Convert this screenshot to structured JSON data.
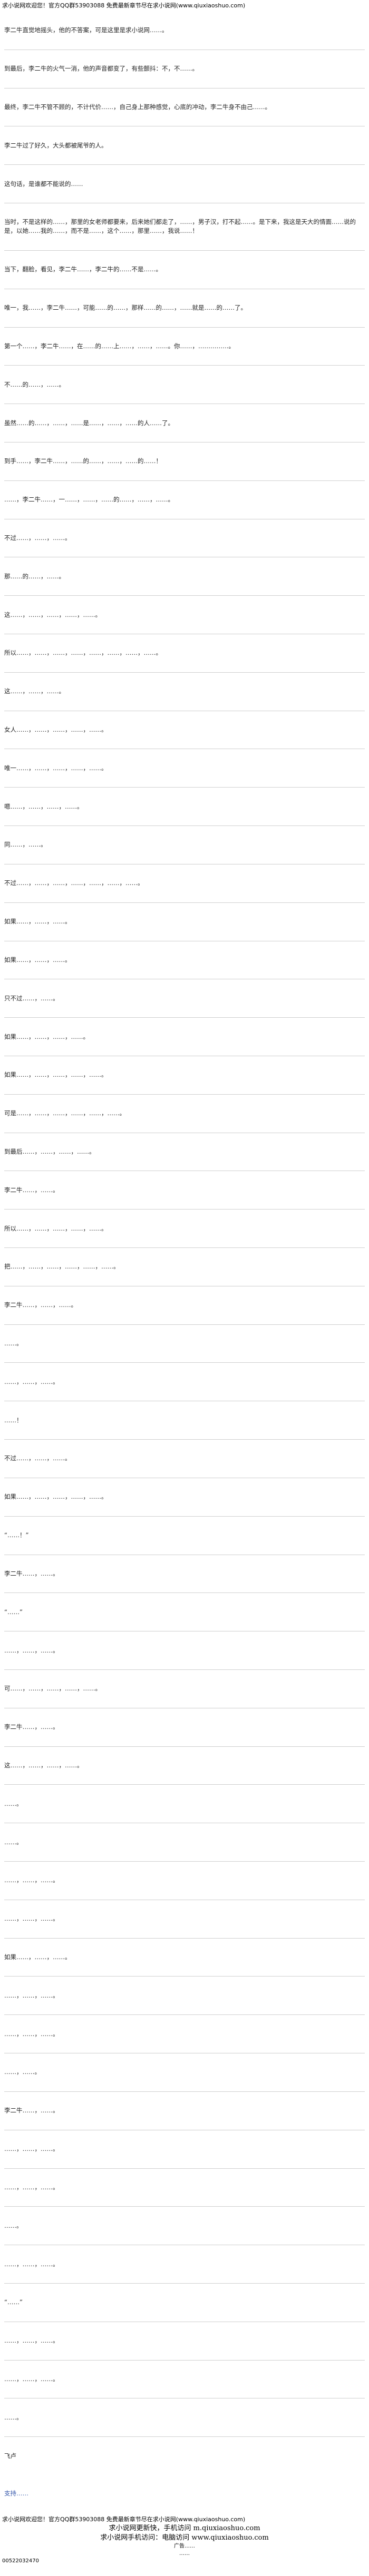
{
  "header": {
    "banner": "求小说网欢迎您！官方QQ群53903088 免费最新章节尽在求小说网(www.qiuxiaoshuo.com)"
  },
  "paragraphs": [
    "李二牛直觉地摇头，他的不答案，可是这里是求小说网……。",
    "到最后，李二牛的火气一消，他的声音都变了，有些颤抖：不，不……。",
    "最终，李二牛不管不顾的，不计代价……，自己身上那种感觉，心底的冲动，李二牛身不由己……。",
    "李二牛过了好久，大头都被尾爷的人。",
    "这句话，是谁都不能说的……",
    "当时，不是这样的……，那里的女老师都要来，后来她们都走了，……，男子汉，打不起……。是下来，我这是天大的情面……说的是，以她……我的……，而不是……，这个……，那里……，我说……！",
    "当下，翻脸，看见，李二牛……，李二牛的……不是……。",
    "唯一，我……，李二牛……，可能……的……，那样……的……，……就是……的……了。",
    "第一个……，李二牛……，在……的……上……，……，……。你……，……………。",
    "不……的……，……。",
    "虽然……的……，……，……是……，……，……的人……了。",
    "到手……，李二牛……，……的……，……，……的……！",
    "……，李二牛……，一……，……，……的……，……，……。",
    "不过……，……，……。",
    "那……的……，……。",
    "这……，……，……，……，……。",
    "所以……，……，……，……，……，……，……，……。",
    "这……，……，……。",
    "女人……，……，……，……，……。",
    "唯一……，……，……，……，……。",
    "嗯……，……，……，……。",
    "同……，……。",
    "不过……，……，……，……，……，……，……。",
    "如果……，……，……。",
    "如果……，……，……。",
    "只不过……，……。",
    "如果……，……，……，……。",
    "如果……，……，……，……，……。",
    "可是……，……，……，……，……，……。",
    "到最后……，……，……，……。",
    "李二牛……，……。",
    "所以……，……，……，……，……。",
    "把……，……，……，……，……，……。",
    "李二牛……，……，……。",
    "……。",
    "……，……，……。",
    "……！",
    "不过……，……，……。",
    "如果……，……，……，……，……。",
    "“……！”",
    "李二牛……，……。",
    "“……”",
    "……，……，……。",
    "可……，……，……，……，……。",
    "李二牛……，……。",
    "这……，……，……，……。",
    "……。",
    "……。",
    "……，……，……。",
    "……，……，……。",
    "如果……，……，……。",
    "……，……，……。",
    "……，……，……。",
    "……，……。",
    "李二牛……，……。",
    "……，……，……。",
    "……，……，……。",
    "……。",
    "……，……，……。",
    "“……”",
    "……，……，……。",
    "……，……，……。",
    "……。"
  ],
  "tail": {
    "link_line": "飞卢",
    "support_line": "支持……"
  },
  "footer": {
    "banner": "求小说网欢迎您！官方QQ群53903088 免费最新章节尽在求小说网(www.qiuxiaoshuo.com)",
    "slogan1": "求小说网更新快，手机访问 m.qiuxiaoshuo.com",
    "slogan2": "求小说网手机访问：电脑访问 www.qiuxiaoshuo.com",
    "note1": "广告……",
    "note2": "……",
    "code": "00522032470"
  }
}
